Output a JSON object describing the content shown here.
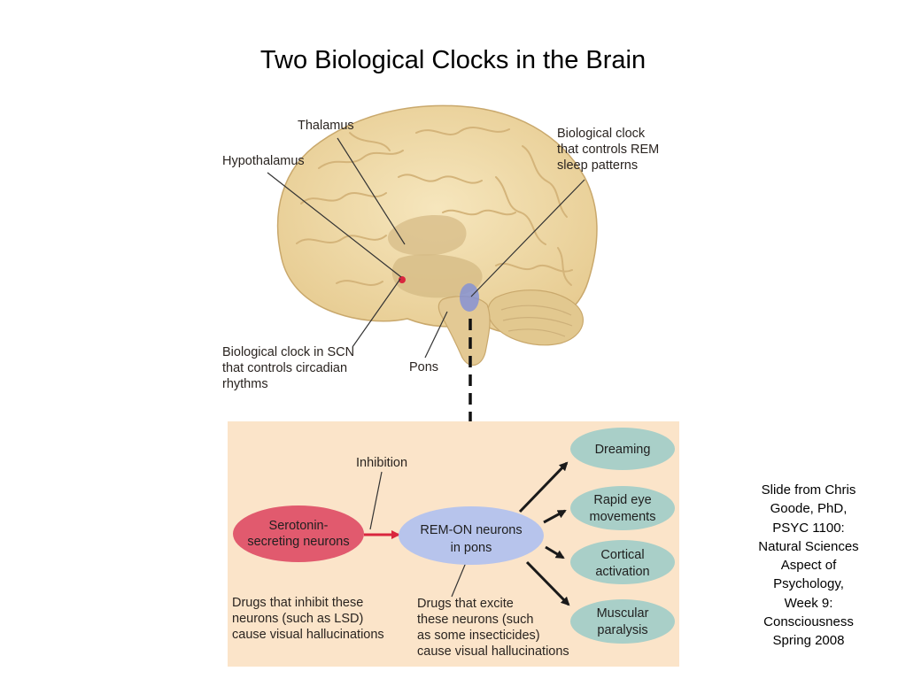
{
  "title": "Two Biological Clocks in the Brain",
  "brain": {
    "thalamus": "Thalamus",
    "hypothalamus": "Hypothalamus",
    "rem_clock": [
      "Biological clock",
      "that controls REM",
      "sleep patterns"
    ],
    "scn_clock": [
      "Biological clock in SCN",
      "that controls circadian",
      "rhythms"
    ],
    "pons": "Pons"
  },
  "flow": {
    "inhibition": "Inhibition",
    "serotonin_node": [
      "Serotonin-",
      "secreting neurons"
    ],
    "remon_node": [
      "REM-ON neurons",
      "in pons"
    ],
    "outputs": [
      {
        "lines": [
          "Dreaming"
        ]
      },
      {
        "lines": [
          "Rapid eye",
          "movements"
        ]
      },
      {
        "lines": [
          "Cortical",
          "activation"
        ]
      },
      {
        "lines": [
          "Muscular",
          "paralysis"
        ]
      }
    ],
    "drugs_inhibit": [
      "Drugs that inhibit these",
      "neurons (such as LSD)",
      "cause visual hallucinations"
    ],
    "drugs_excite": [
      "Drugs that excite",
      "these neurons (such",
      "as some insecticides)",
      "cause visual hallucinations"
    ]
  },
  "credit": [
    "Slide from Chris",
    "Goode, PhD,",
    "PSYC 1100:",
    "Natural Sciences",
    "Aspect of",
    "Psychology,",
    "Week 9:",
    "Consciousness",
    "Spring 2008"
  ],
  "colors": {
    "brain_fill": "#f1dcaa",
    "panel_bg": "#fbe4c9",
    "serotonin_fill": "#e15a6e",
    "remon_fill": "#b7c4ec",
    "output_fill": "#a9cfc8",
    "scn_dot": "#d9263e"
  }
}
